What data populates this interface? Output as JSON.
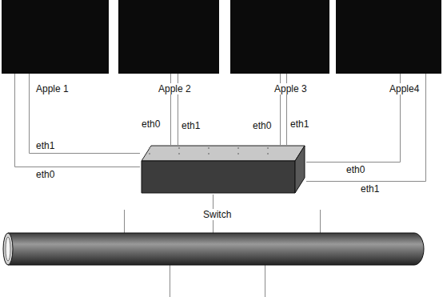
{
  "diagram": {
    "nodes": [
      {
        "text": [
          "Apple 1"
        ]
      },
      {
        "text": [
          "Apple 2"
        ]
      },
      {
        "text": [
          "Apple 3"
        ]
      },
      {
        "text": [
          "Apple4"
        ]
      },
      {
        "text": [
          "Switch"
        ]
      }
    ],
    "edges": [
      {
        "from": 0,
        "to": 4,
        "arrow": "none",
        "label": "eth1"
      },
      {
        "from": 0,
        "to": 4,
        "arrow": "none",
        "label": "eth0"
      },
      {
        "from": 1,
        "to": 4,
        "arrow": "none",
        "label": "eth0"
      },
      {
        "from": 1,
        "to": 4,
        "arrow": "none",
        "label": "eth1"
      },
      {
        "from": 2,
        "to": 4,
        "arrow": "none",
        "label": "eth0"
      },
      {
        "from": 2,
        "to": 4,
        "arrow": "none",
        "label": "eth1"
      },
      {
        "from": 3,
        "to": 4,
        "arrow": "none",
        "label": "eth0"
      },
      {
        "from": 3,
        "to": 4,
        "arrow": "none",
        "label": "eth1"
      }
    ]
  }
}
